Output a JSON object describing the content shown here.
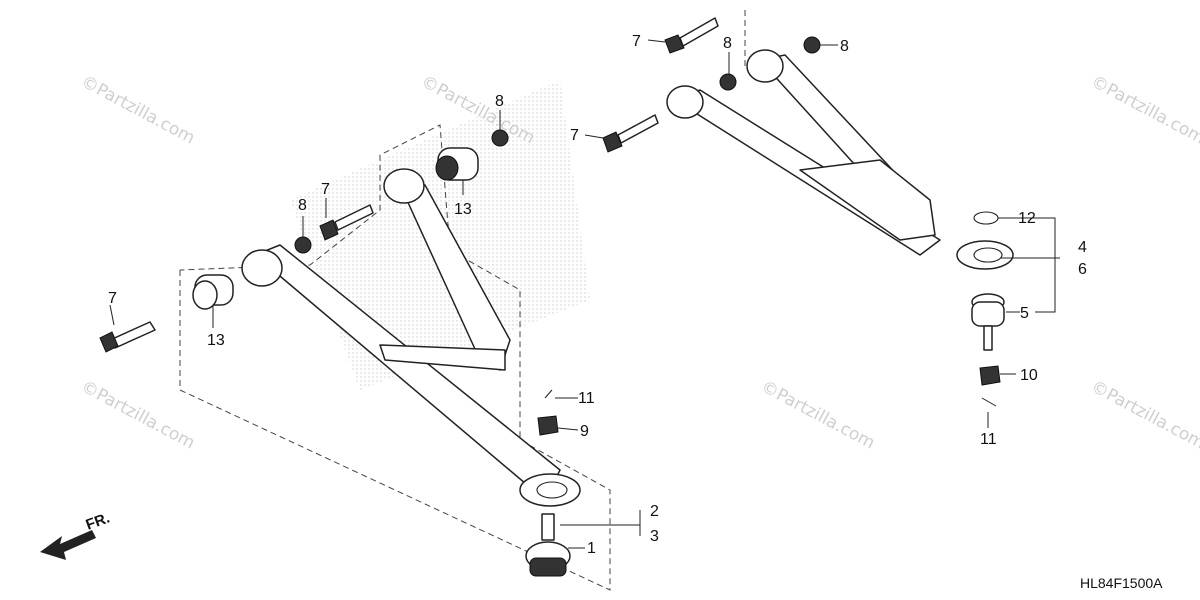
{
  "diagram_code": "HL84F1500A",
  "front_indicator": "FR.",
  "watermark": "©Partzilla.com",
  "callouts": {
    "c1": "1",
    "c2": "2",
    "c3": "3",
    "c4": "4",
    "c5": "5",
    "c6": "6",
    "c7a": "7",
    "c7b": "7",
    "c7c": "7",
    "c7d": "7",
    "c8a": "8",
    "c8b": "8",
    "c8c": "8",
    "c8d": "8",
    "c9": "9",
    "c10": "10",
    "c11a": "11",
    "c11b": "11",
    "c12": "12",
    "c13a": "13",
    "c13b": "13"
  }
}
